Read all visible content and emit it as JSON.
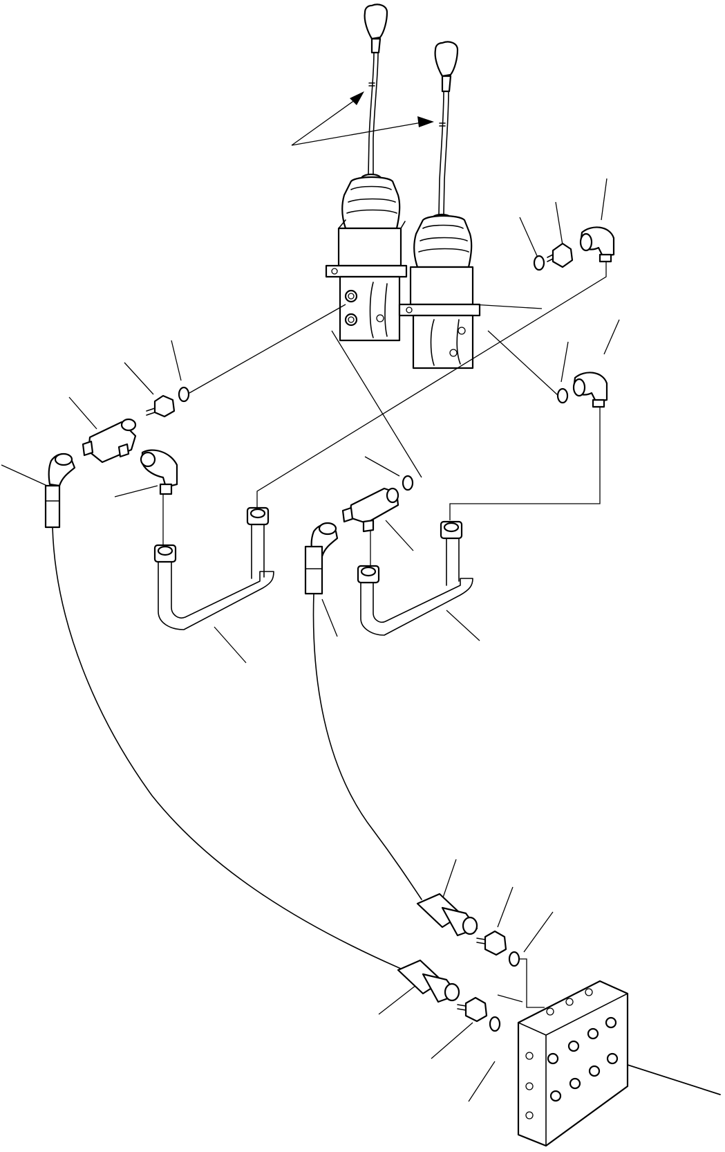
{
  "diagram": {
    "kind": "exploded-parts-drawing",
    "labels": [],
    "components": [
      {
        "name": "control-lever-left"
      },
      {
        "name": "control-lever-right"
      },
      {
        "name": "pilot-valve-left"
      },
      {
        "name": "pilot-valve-right"
      },
      {
        "name": "tee-fitting-left"
      },
      {
        "name": "tee-fitting-center"
      },
      {
        "name": "elbow-fitting"
      },
      {
        "name": "u-tube"
      },
      {
        "name": "hose"
      },
      {
        "name": "adapter"
      },
      {
        "name": "o-ring"
      },
      {
        "name": "manifold-block"
      }
    ]
  }
}
